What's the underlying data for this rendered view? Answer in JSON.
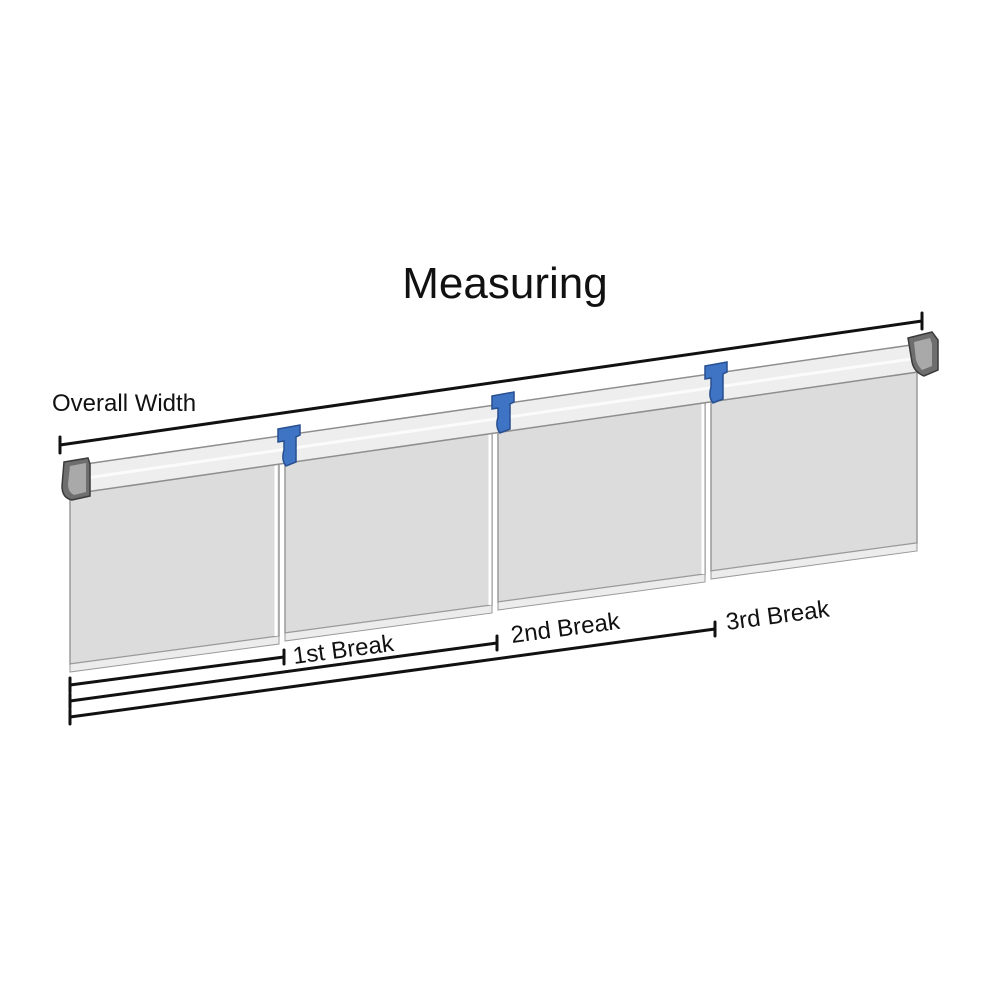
{
  "title": "Measuring",
  "labels": {
    "overall_width": "Overall Width",
    "first_break": "1st Break",
    "second_break": "2nd Break",
    "third_break": "3rd Break"
  },
  "colors": {
    "background": "#ffffff",
    "shade_fabric": "#dadada",
    "headrail": "#ededed",
    "bracket_blue": "#3f74c4",
    "end_cap": "#6e6e6e",
    "dimension_line": "#111111"
  }
}
